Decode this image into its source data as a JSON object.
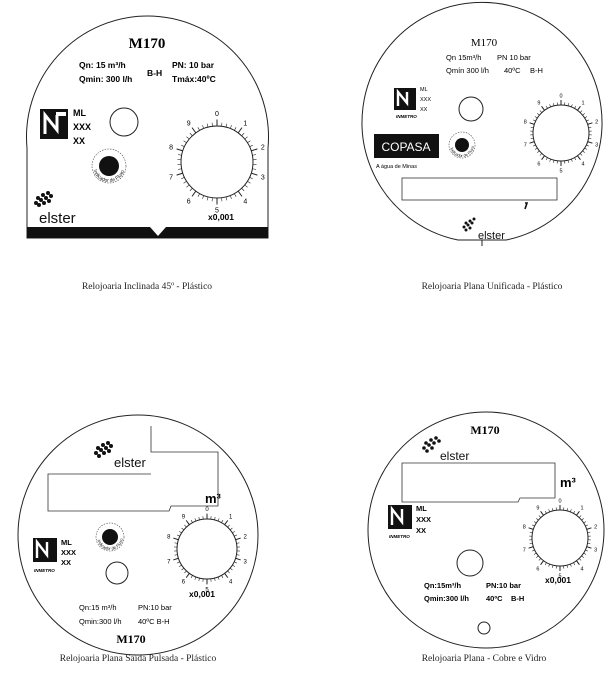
{
  "dials": [
    {
      "caption": "Relojoaria Inclinada 45º - Plástico",
      "model": "M170",
      "spec1a": "Qn: 15 m³/h",
      "spec1b": "PN: 10 bar",
      "spec2a": "Qmin: 300 l/h",
      "spec2b": "B-H",
      "spec2c": "Tmáx:40ºC",
      "cert": [
        "ML",
        "XXX",
        "XX"
      ],
      "brand": "elster",
      "factor": "x0,001",
      "indicator": "Indicador de Fluxo"
    },
    {
      "caption": "Relojoaria Plana Unificada - Plástico",
      "model": "M170",
      "spec1a": "Qn  15m³/h",
      "spec1b": "PN 10 bar",
      "spec2a": "Qmín 300 l/h",
      "spec2b": "40ºC",
      "spec2c": "B-H",
      "cert": [
        "ML",
        "XXX",
        "XX"
      ],
      "inmetro": "INMETRO",
      "utility": "COPASA",
      "slogan": "A água de Minas",
      "brand": "elster",
      "indicator": "Indicador de Fluxo"
    },
    {
      "caption": "Relojoaria Plana Saída Pulsada - Plástico",
      "model": "M170",
      "spec1a": "Qn:15 m³/h",
      "spec1b": "PN:10 bar",
      "spec2a": "Qmin:300 l/h",
      "spec2b": "40ºC  B-H",
      "cert": [
        "ML",
        "XXX",
        "XX"
      ],
      "inmetro": "INMETRO",
      "brand": "elster",
      "unit": "m³",
      "factor": "x0,001",
      "indicator": "Indicador de Fluxo"
    },
    {
      "caption": "Relojoaria Plana - Cobre e Vidro",
      "model": "M170",
      "spec1a": "Qn:15m³/h",
      "spec1b": "PN:10 bar",
      "spec2a": "Qmin:300 l/h",
      "spec2b": "40ºC",
      "spec2c": "B-H",
      "cert": [
        "ML",
        "XXX",
        "XX"
      ],
      "inmetro": "INMETRO",
      "brand": "elster",
      "unit": "m³",
      "factor": "x0,001"
    }
  ],
  "scale_digits": [
    "0",
    "1",
    "2",
    "3",
    "4",
    "5",
    "6",
    "7",
    "8",
    "9"
  ],
  "colors": {
    "ink": "#111111",
    "line": "#333333"
  }
}
